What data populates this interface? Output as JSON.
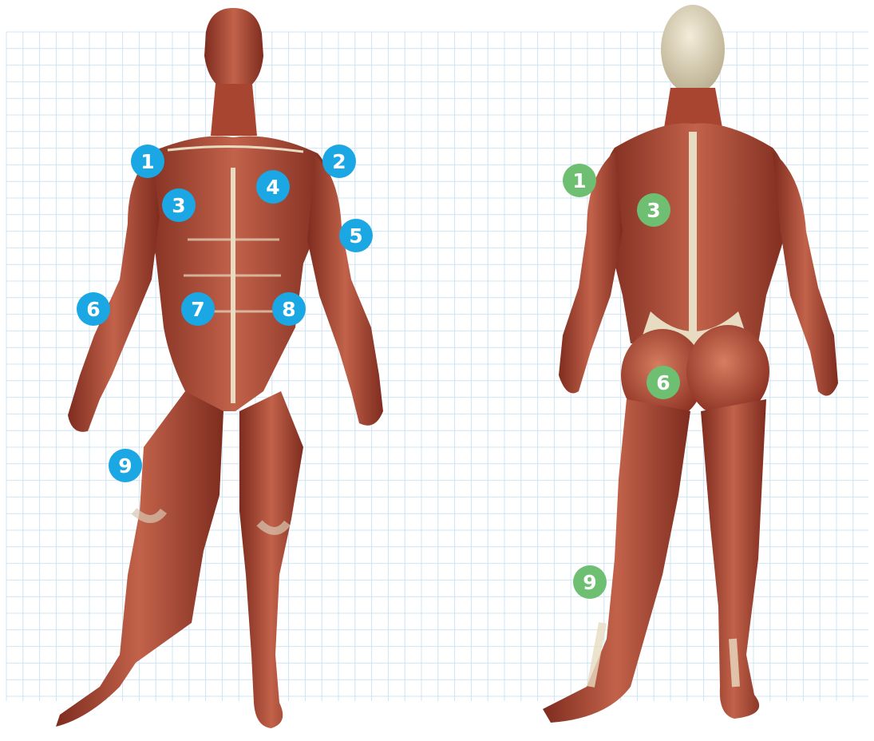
{
  "colors": {
    "grid_line": "#cfe4f3",
    "muscle_dark": "#8e3324",
    "muscle_mid": "#b24d37",
    "muscle_light": "#cf7d62",
    "tendon": "#e7dcc2",
    "skull": "#e2d7bc",
    "front_marker": "#1aa7e3",
    "back_marker": "#6fbf73",
    "marker_text": "#ffffff"
  },
  "front_markers": [
    {
      "label": "1",
      "color": "#1aa7e3"
    },
    {
      "label": "2",
      "color": "#1aa7e3"
    },
    {
      "label": "3",
      "color": "#1aa7e3"
    },
    {
      "label": "4",
      "color": "#1aa7e3"
    },
    {
      "label": "5",
      "color": "#1aa7e3"
    },
    {
      "label": "6",
      "color": "#1aa7e3"
    },
    {
      "label": "7",
      "color": "#1aa7e3"
    },
    {
      "label": "8",
      "color": "#1aa7e3"
    },
    {
      "label": "9",
      "color": "#1aa7e3"
    }
  ],
  "back_markers": [
    {
      "label": "1",
      "color": "#6fbf73"
    },
    {
      "label": "3",
      "color": "#6fbf73"
    },
    {
      "label": "6",
      "color": "#6fbf73"
    },
    {
      "label": "9",
      "color": "#6fbf73"
    }
  ]
}
